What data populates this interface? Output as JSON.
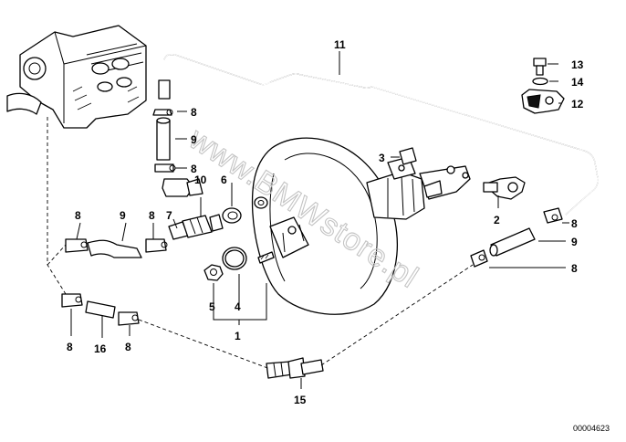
{
  "watermark": "www.BMWstore.pl",
  "reference_number": "00004623",
  "callouts": {
    "c1": "1",
    "c2": "2",
    "c3": "3",
    "c4": "4",
    "c5": "5",
    "c6": "6",
    "c7": "7",
    "c8": "8",
    "c9": "9",
    "c10": "10",
    "c11": "11",
    "c12": "12",
    "c13": "13",
    "c14": "14",
    "c15": "15",
    "c16": "16"
  }
}
